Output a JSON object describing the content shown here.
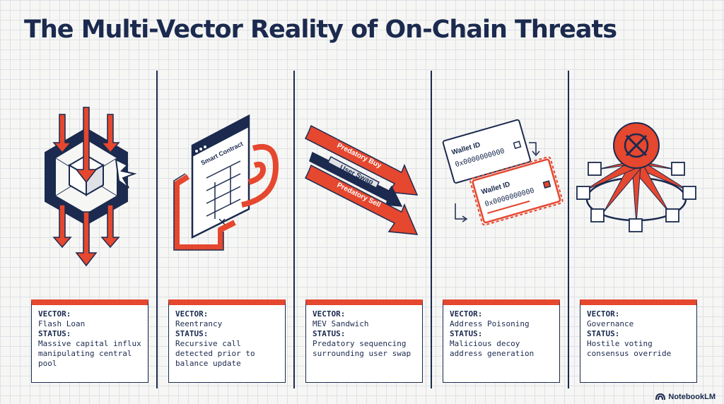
{
  "title": "The Multi-Vector Reality of On-Chain Threats",
  "brand": "NotebookLM",
  "colors": {
    "navy": "#1b2a4e",
    "red": "#e5472f",
    "paper": "#f6f6f4"
  },
  "field_labels": {
    "vector": "VECTOR:",
    "status": "STATUS:"
  },
  "panels": [
    {
      "vector": "Flash Loan",
      "status": "Massive capital influx manipulating central pool",
      "icon": "hexagon-cube-arrows-icon"
    },
    {
      "vector": "Reentrancy",
      "status": "Recursive call detected prior to balance update",
      "icon": "smart-contract-loop-icon",
      "labels": {
        "contract": "Smart Contract"
      }
    },
    {
      "vector": "MEV Sandwich",
      "status": "Predatory sequencing surrounding user swap",
      "icon": "sandwich-arrows-icon",
      "labels": {
        "buy": "Predatory Buy",
        "swap": "User Swap",
        "sell": "Predatory Sell"
      }
    },
    {
      "vector": "Address Poisoning",
      "status": "Malicious decoy address generation",
      "icon": "wallet-cards-icon",
      "labels": {
        "wallet_title": "Wallet ID",
        "address": "0x0000000000"
      }
    },
    {
      "vector": "Governance",
      "status": "Hostile voting consensus override",
      "icon": "hostile-node-network-icon"
    }
  ]
}
